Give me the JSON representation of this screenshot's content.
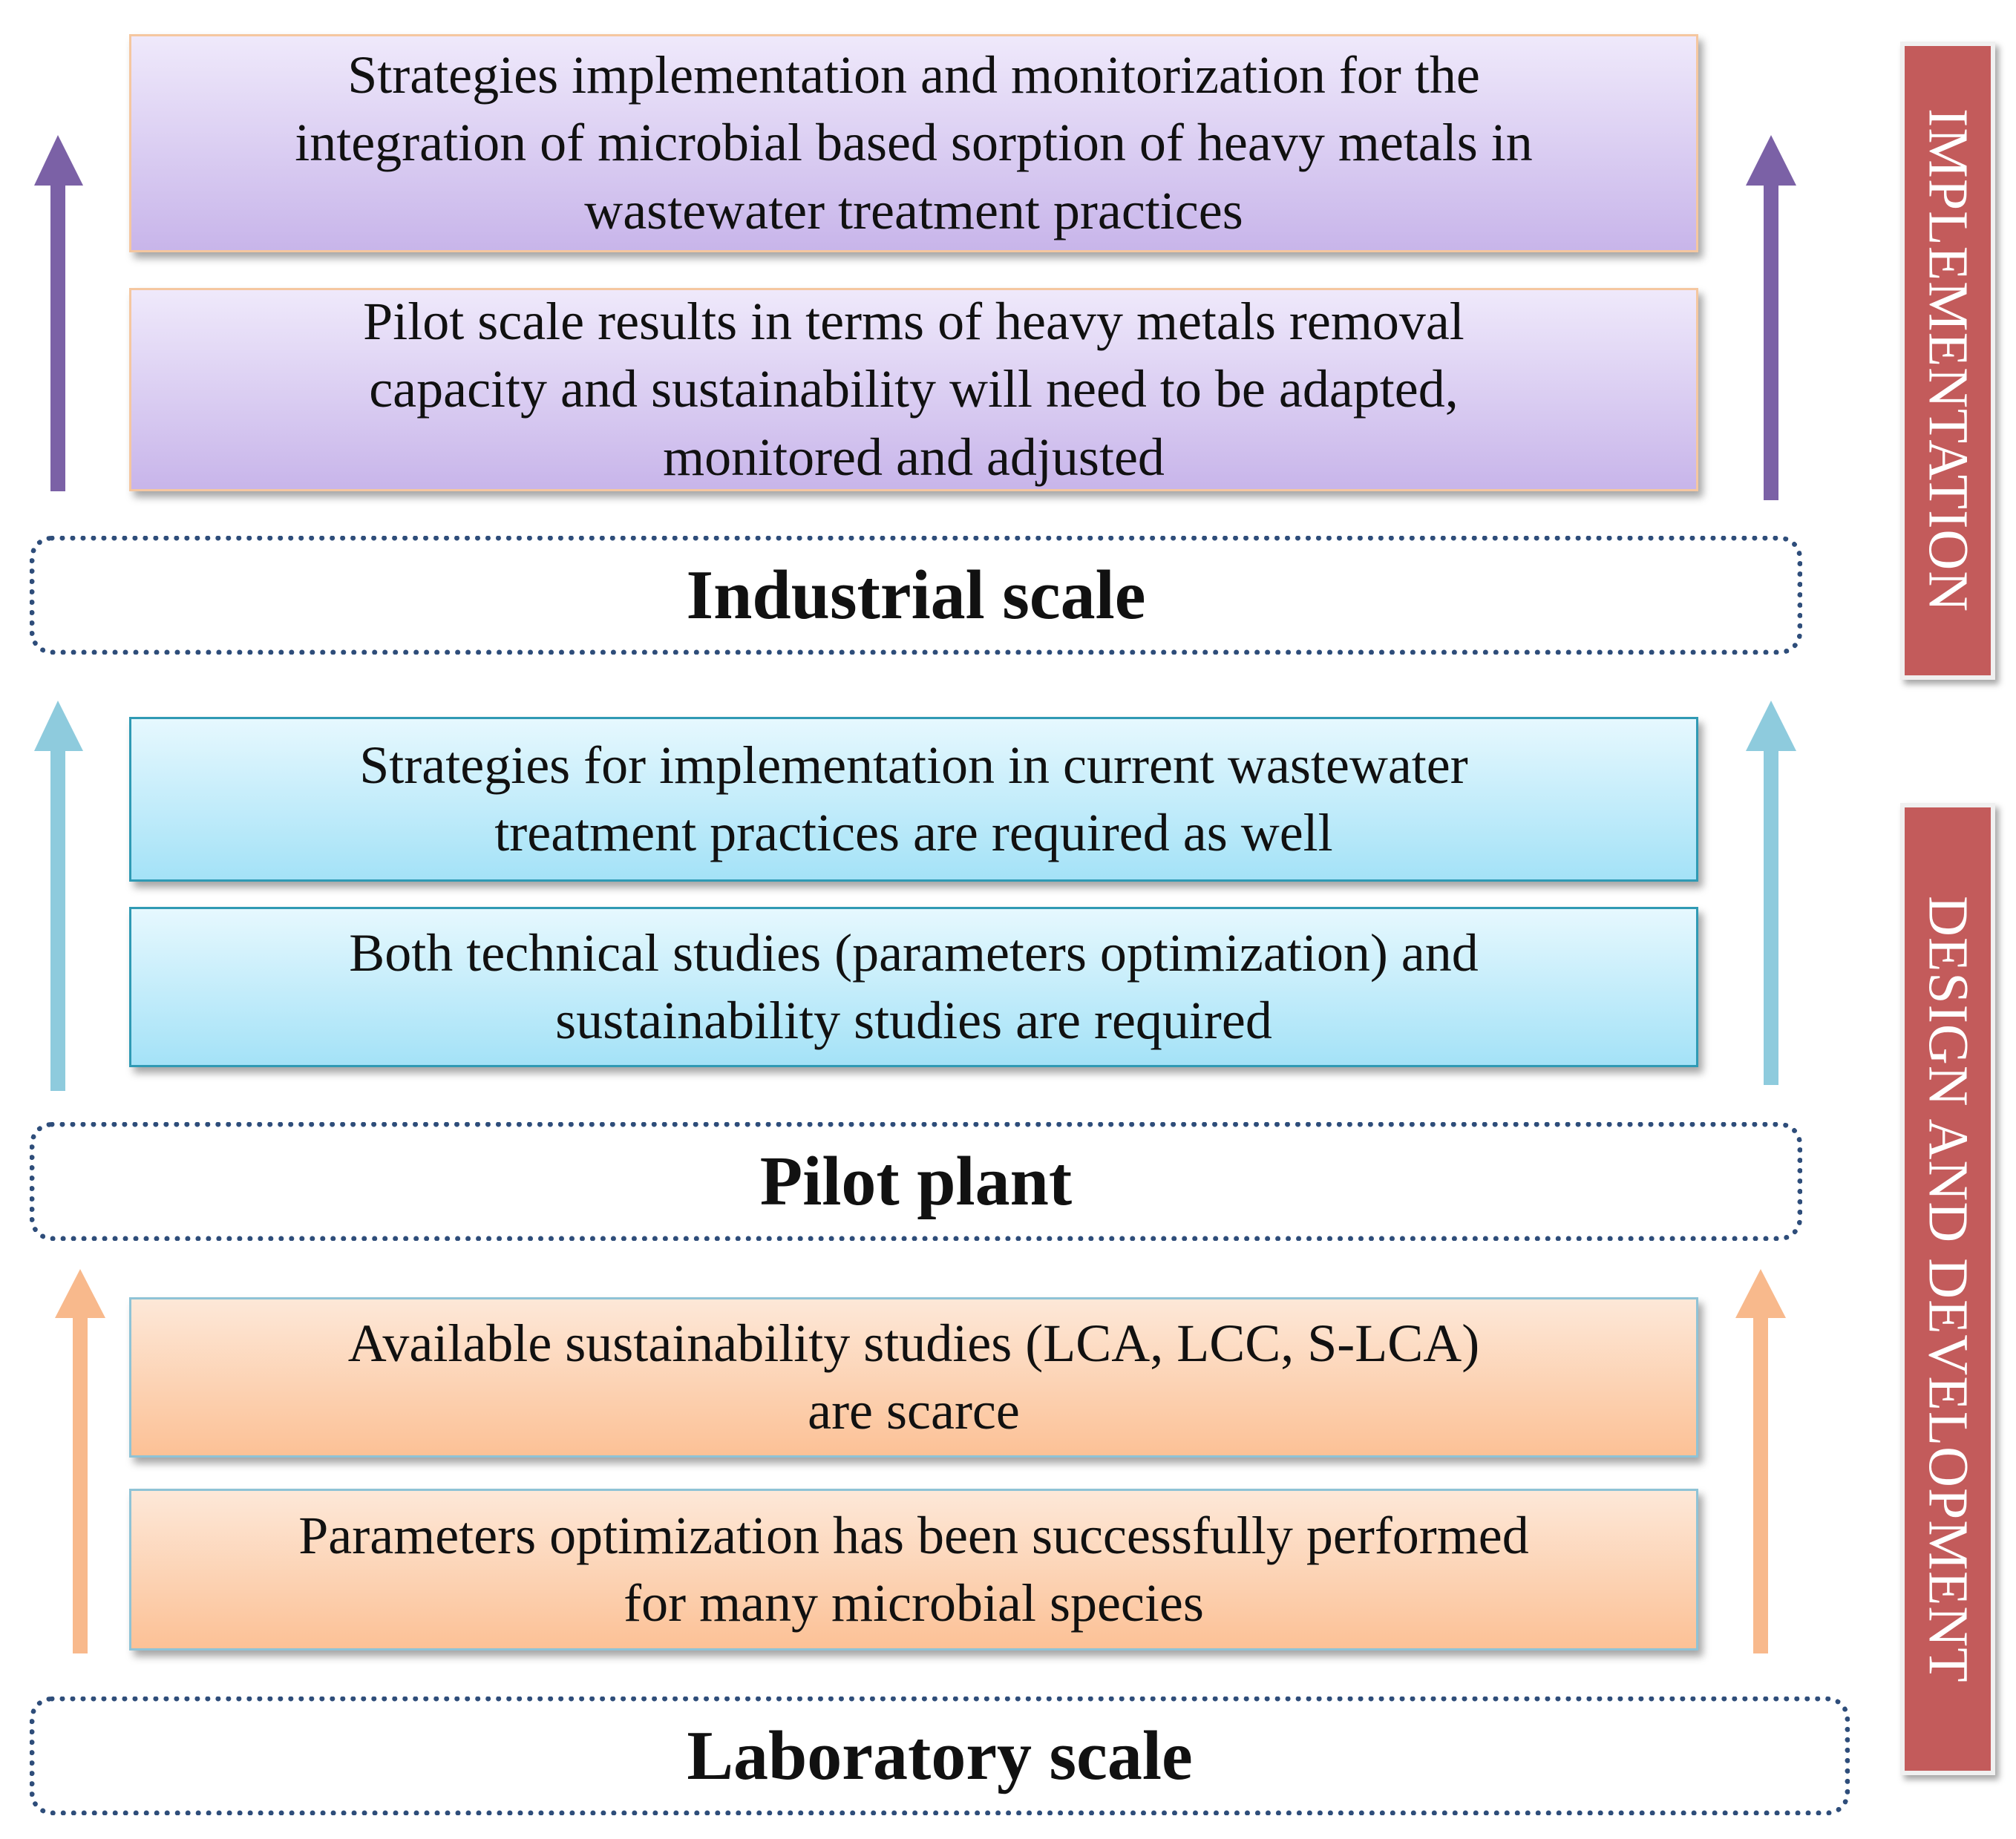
{
  "colors": {
    "implementation_arrow": "#7b61a6",
    "design_arrow": "#8ecbdd",
    "laboratory_arrow": "#f8b98c",
    "side_label_bg": "#c35b5b",
    "stage_border": "#2e4d7a"
  },
  "stages": {
    "industrial": "Industrial scale",
    "pilot": "Pilot plant",
    "laboratory": "Laboratory scale"
  },
  "boxes": {
    "implementation_strategies": [
      "Strategies implementation and monitorization for the",
      "integration of microbial based sorption of heavy metals in",
      "wastewater treatment practices"
    ],
    "pilot_results": [
      "Pilot scale results in terms of heavy metals removal",
      "capacity and sustainability will need to be adapted,",
      "monitored and adjusted"
    ],
    "strategies_required": [
      "Strategies for implementation in current wastewater",
      "treatment practices are required as well"
    ],
    "technical_studies": [
      "Both technical studies (parameters optimization) and",
      "sustainability studies are required"
    ],
    "sustainability_scarce": [
      "Available sustainability studies (LCA, LCC, S-LCA)",
      "are scarce"
    ],
    "parameters_optimization": [
      "Parameters optimization has been successfully performed",
      "for many microbial species"
    ]
  },
  "side_labels": {
    "implementation": "IMPLEMENTATION",
    "design_development": "DESIGN AND DEVELOPMENT"
  }
}
